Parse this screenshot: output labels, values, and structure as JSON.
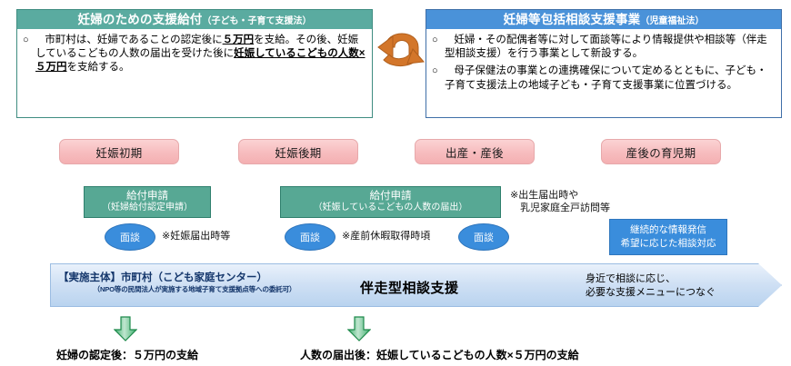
{
  "top_boxes": [
    {
      "title": "妊婦のための支援給付",
      "law": "（子ども・子育て支援法）",
      "marker": "○",
      "bullets": [
        {
          "marker": "○",
          "segments": [
            {
              "text": "市町村は、妊婦であることの認定後に",
              "style": "normal"
            },
            {
              "text": "５万円",
              "style": "bold-underline"
            },
            {
              "text": "を支給。その後、妊娠しているこどもの人数の届出を受けた後に",
              "style": "normal"
            },
            {
              "text": "妊娠しているこどもの人数×５万円",
              "style": "bold-underline"
            },
            {
              "text": "を支給する。",
              "style": "normal"
            }
          ]
        }
      ]
    },
    {
      "title": "妊婦等包括相談支援事業",
      "law": "（児童福祉法）",
      "marker": "○",
      "bullets": [
        {
          "marker": "○",
          "segments": [
            {
              "text": "妊婦・その配偶者等に対して面談等により情報提供や相談等（伴走型相談支援）を行う事業として新設する。",
              "style": "normal"
            }
          ]
        },
        {
          "marker": "○",
          "segments": [
            {
              "text": "母子保健法の事業との連携確保について定めるとともに、子ども・子育て支援法上の地域子ども・子育て支援事業に位置づける。",
              "style": "normal"
            }
          ]
        }
      ]
    }
  ],
  "cycle_icon": "cyclic-arrows-icon",
  "stages": [
    {
      "label": "妊娠初期"
    },
    {
      "label": "妊娠後期"
    },
    {
      "label": "出産・産後"
    },
    {
      "label": "産後の育児期"
    }
  ],
  "applications": [
    {
      "title": "給付申請",
      "subtitle": "（妊婦給付認定申請）"
    },
    {
      "title": "給付申請",
      "subtitle": "（妊娠しているこどもの人数の届出）"
    }
  ],
  "meetings": [
    {
      "label": "面談"
    },
    {
      "label": "面談"
    },
    {
      "label": "面談"
    }
  ],
  "notes": [
    {
      "lines": [
        "※妊娠届出時等"
      ]
    },
    {
      "lines": [
        "※産前休暇取得時頃"
      ]
    },
    {
      "lines": [
        "※出生届出時や",
        "　乳児家庭全戸訪問等"
      ]
    }
  ],
  "ongoing_box": {
    "line1": "継続的な情報発信",
    "line2": "希望に応じた相談対応"
  },
  "band": {
    "left_main": "【実施主体】市町村（こども家庭センター）",
    "left_sub": "（NPO等の民間法人が実施する地域子育て支援拠点等への委託可）",
    "center": "伴走型相談支援",
    "right_line1": "身近で相談に応じ、",
    "right_line2": "必要な支援メニューにつなぐ"
  },
  "outcomes": [
    {
      "arrow": "down-arrow-icon",
      "caption": "妊婦の認定後：５万円の支給"
    },
    {
      "arrow": "down-arrow-icon",
      "caption": "人数の届出後：妊娠しているこどもの人数×５万円の支給"
    }
  ],
  "colors": {
    "teal_header": "#5aaba0",
    "blue_header": "#4a92d9",
    "teal_box": "#57a894",
    "blue_ellipse": "#3a8ddc",
    "pink_pill": "#f7bcbe",
    "orange_cycle": "#d3762a",
    "green_arrow": "#3cb878",
    "band_blue": "#cfe0f4"
  }
}
